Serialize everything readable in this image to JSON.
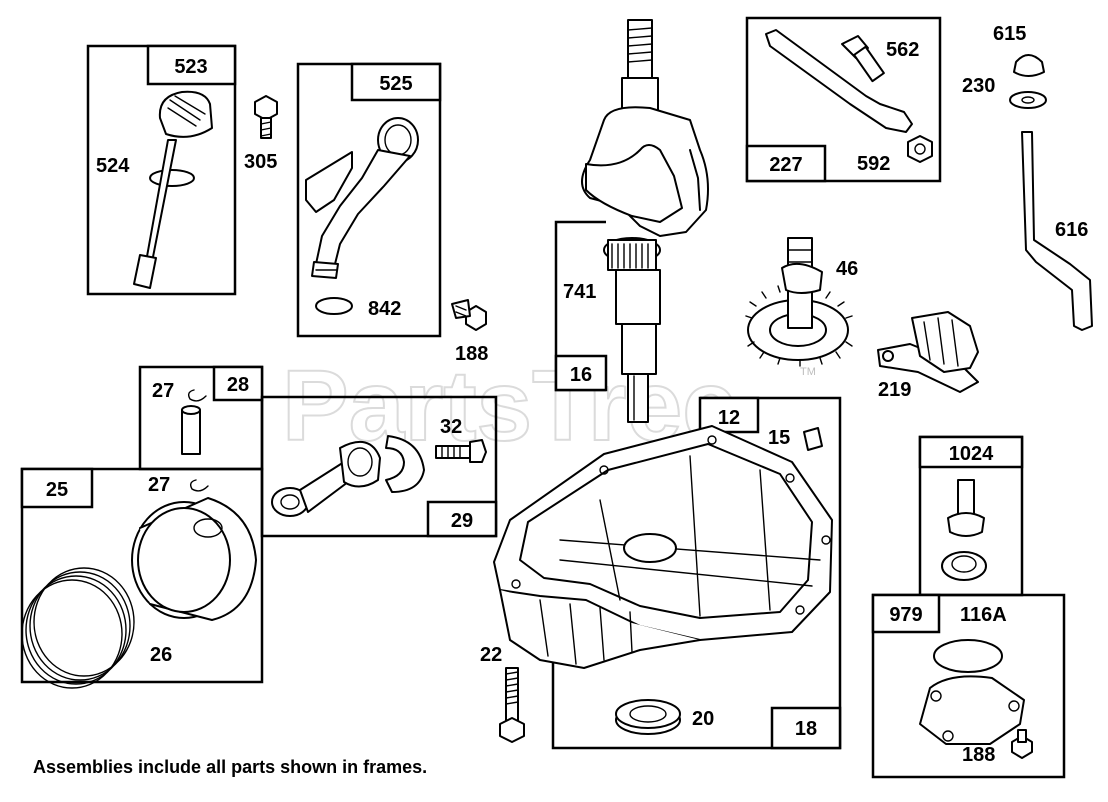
{
  "watermark": {
    "text": "PartsTree",
    "tm": "TM"
  },
  "footer": "Assemblies include all parts shown in frames.",
  "labels": {
    "p523": "523",
    "p524": "524",
    "p305": "305",
    "p525": "525",
    "p842": "842",
    "p188a": "188",
    "p741": "741",
    "p16": "16",
    "p227": "227",
    "p562": "562",
    "p592": "592",
    "p615": "615",
    "p230": "230",
    "p616": "616",
    "p46": "46",
    "p219": "219",
    "p27a": "27",
    "p28": "28",
    "p32": "32",
    "p29": "29",
    "p25": "25",
    "p27b": "27",
    "p26": "26",
    "p12": "12",
    "p15": "15",
    "p1024": "1024",
    "p979": "979",
    "p116A": "116A",
    "p188b": "188",
    "p22": "22",
    "p20": "20",
    "p18": "18"
  }
}
